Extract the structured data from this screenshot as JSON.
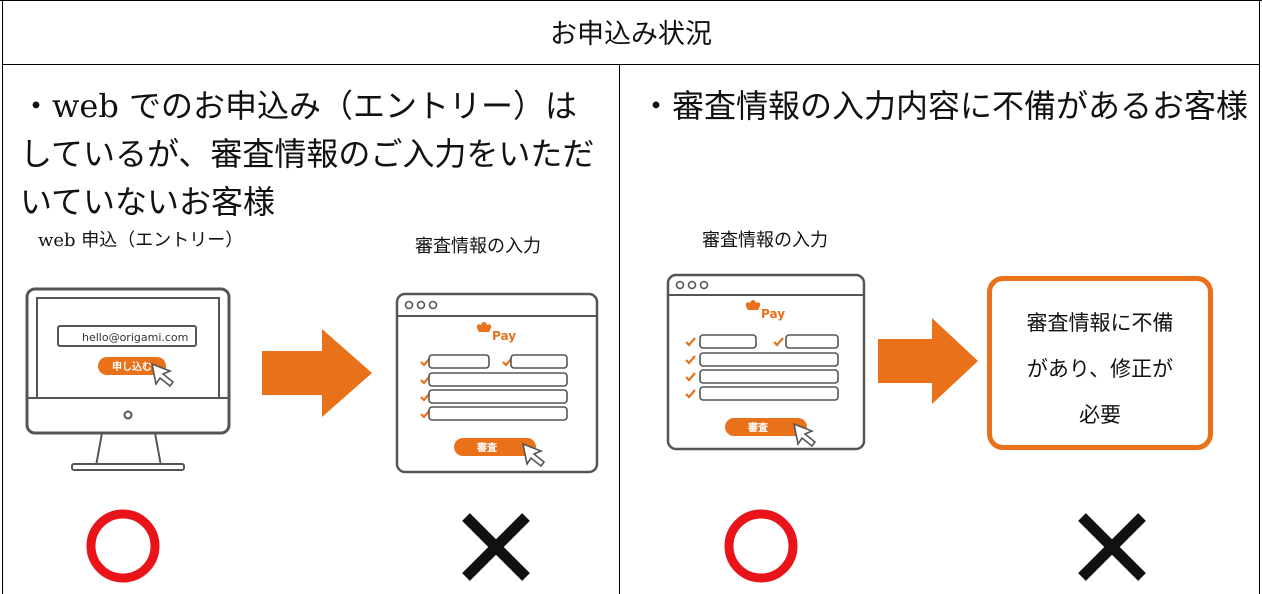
{
  "header": {
    "title": "お申込み状況"
  },
  "left": {
    "description": "・web でのお申込み（エントリー）はしているが、審査情報のご入力をいただいていないお客様",
    "step1": {
      "caption": "web 申込（エントリー）",
      "email": "hello@origami.com",
      "button_label": "申し込む",
      "result": "circle"
    },
    "step2": {
      "caption": "審査情報の入力",
      "brand": "Pay",
      "button_label": "審査",
      "result": "cross"
    }
  },
  "right": {
    "description": "・審査情報の入力内容に不備があるお客様",
    "step1": {
      "caption": "審査情報の入力",
      "brand": "Pay",
      "button_label": "審査",
      "result": "circle"
    },
    "step2": {
      "note": "審査情報に不備があり、修正が必要",
      "note_lines": [
        "審査情報に不備",
        "があり、修正が",
        "必要"
      ],
      "result": "cross"
    }
  },
  "colors": {
    "accent": "#E8711A",
    "circle": "#E8141A",
    "cross": "#111111",
    "device": "#555555",
    "border": "#000000"
  },
  "icons": [
    "arrow-right-icon",
    "circle-icon",
    "cross-icon",
    "checkmark-icon",
    "leaf-logo-icon",
    "cursor-icon"
  ]
}
